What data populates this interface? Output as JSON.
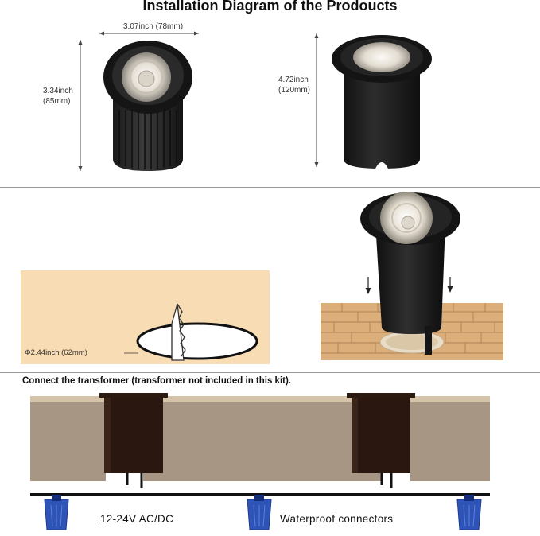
{
  "title": "Installation Diagram of the Prodoucts",
  "section1": {
    "width_label": "3.07inch (78mm)",
    "height_label_a_line1": "3.34inch",
    "height_label_a_line2": "(85mm)",
    "height_label_b_line1": "4.72inch",
    "height_label_b_line2": "(120mm)"
  },
  "section2": {
    "hole_label": "Φ2.44inch (62mm)"
  },
  "section3": {
    "caption": "Connect the transformer (transformer not included in this kit).",
    "voltage_label": "12-24V  AC/DC",
    "connector_label": "Waterproof connectors"
  },
  "colors": {
    "light_body": "#1c1c1c",
    "soil": "#a89684",
    "soil_top": "#cbb79c",
    "sand_panel": "#f8dcb4",
    "tile": "#dcae7a",
    "connector_blue": "#2f54b8"
  }
}
